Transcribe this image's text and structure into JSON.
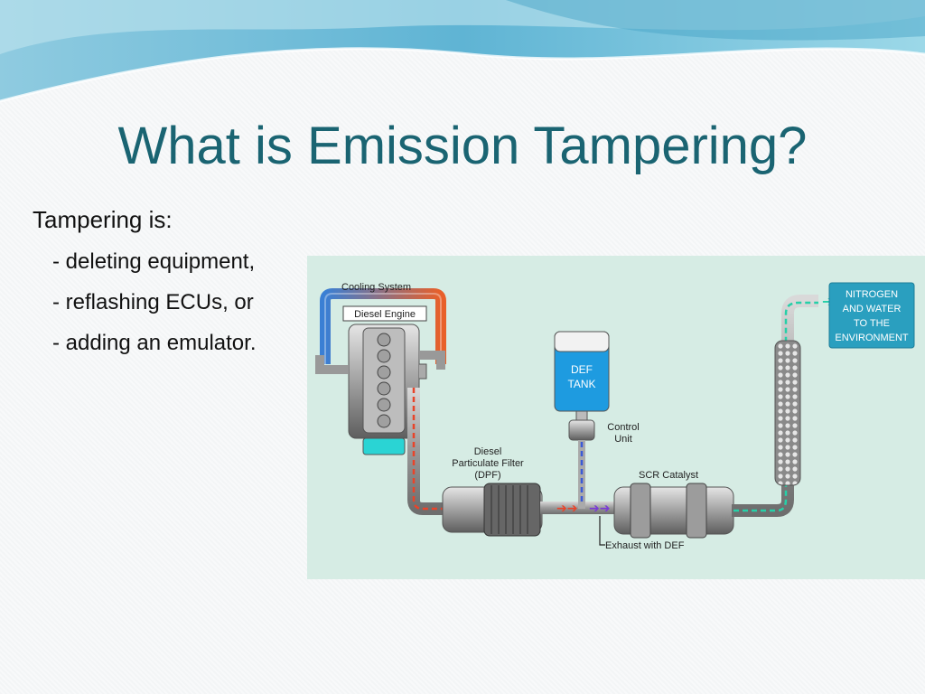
{
  "slide": {
    "title": "What is Emission Tampering?",
    "intro": "Tampering is:",
    "bullets": [
      "- deleting equipment,",
      "- reflashing ECUs, or",
      "- adding an emulator."
    ]
  },
  "diagram": {
    "labels": {
      "cooling_system": "Cooling System",
      "diesel_engine": "Diesel Engine",
      "def_tank_line1": "DEF",
      "def_tank_line2": "TANK",
      "control_unit_line1": "Control",
      "control_unit_line2": "Unit",
      "dpf_line1": "Diesel",
      "dpf_line2": "Particulate Filter",
      "dpf_line3": "(DPF)",
      "scr_catalyst": "SCR Catalyst",
      "exhaust_with_def": "Exhaust with DEF",
      "env_line1": "NITROGEN",
      "env_line2": "AND WATER",
      "env_line3": "TO THE",
      "env_line4": "ENVIRONMENT"
    },
    "colors": {
      "background": "#d6ece4",
      "title": "#1a6472",
      "def_tank": "#1e9be0",
      "environment_box": "#2a9fbf",
      "exhaust_arrows": "#e8442a",
      "def_arrows": "#3b5bd6",
      "clean_arrows": "#26d0a8"
    }
  }
}
